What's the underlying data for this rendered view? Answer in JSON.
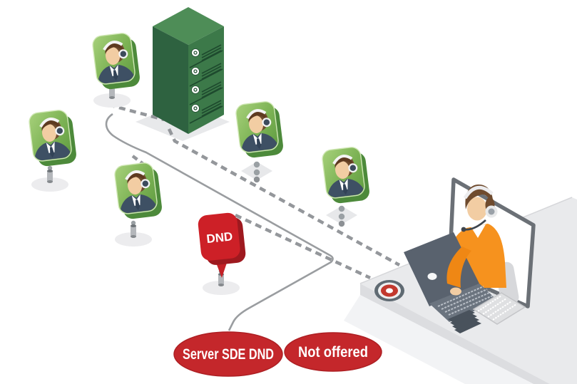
{
  "illustration": {
    "name": "server-sde-dnd-call-routing",
    "dnd_badge": {
      "label": "DND"
    },
    "status_labels": {
      "primary": "Server SDE DND",
      "secondary": "Not offered"
    },
    "agents": {
      "count": 5,
      "icon": "agent-headset-icon"
    },
    "server": {
      "icon": "server-rack-icon",
      "indicator_count": 4
    },
    "operator": {
      "icon": "operator-at-desk-illustration"
    },
    "colors": {
      "agent_green_dark": "#4d8a3b",
      "server_green_left": "#2e6240",
      "server_green_right": "#3c7949",
      "server_green_top": "#4e8d57",
      "badge_red": "#cd2027",
      "badge_red_shadow": "#9e191f",
      "oval_red": "#c4272b",
      "line_gray": "#94979b",
      "suit_navy": "#3e5064",
      "sweater_orange": "#f6921e",
      "laptop_gray": "#59626e",
      "desk_gray": "#e9eaec",
      "skin": "#f2cda3",
      "hair_brown": "#6f4b2e"
    }
  }
}
